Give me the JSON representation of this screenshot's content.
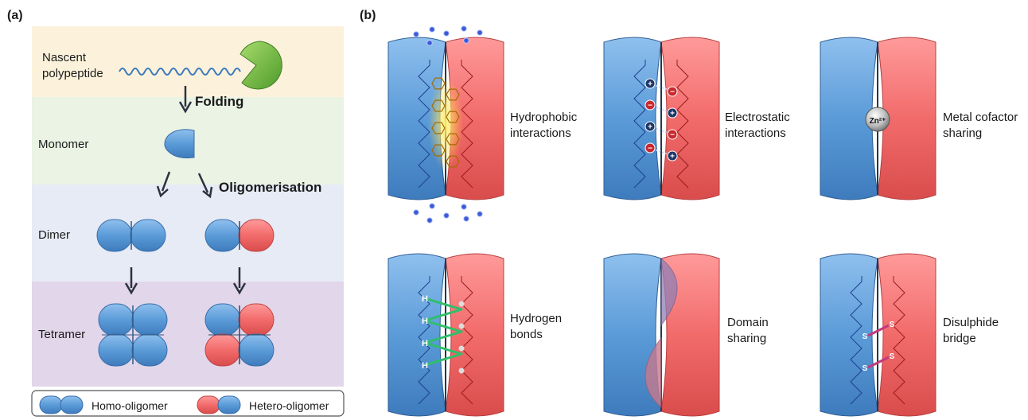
{
  "panel_a": {
    "label": "(a)",
    "nascent": [
      "Nascent",
      "polypeptide"
    ],
    "folding": "Folding",
    "monomer": "Monomer",
    "oligomerisation": "Oligomerisation",
    "dimer": "Dimer",
    "tetramer": "Tetramer",
    "legend": {
      "homo": "Homo-oligomer",
      "hetero": "Hetero-oligomer"
    },
    "band_colors": [
      "#fcf2dc",
      "#eaf3e4",
      "#e6ebf6",
      "#e2d6ea"
    ]
  },
  "panel_b": {
    "label": "(b)",
    "interactions": [
      {
        "line1": "Hydrophobic",
        "line2": "interactions"
      },
      {
        "line1": "Electrostatic",
        "line2": "interactions"
      },
      {
        "line1": "Metal cofactor",
        "line2": "sharing"
      },
      {
        "line1": "Hydrogen",
        "line2": "bonds"
      },
      {
        "line1": "Domain",
        "line2": "sharing"
      },
      {
        "line1": "Disulphide",
        "line2": "bridge"
      }
    ],
    "zn": "Zn²⁺",
    "h": "H",
    "s": "S",
    "plus": "+",
    "minus": "−"
  },
  "colors": {
    "blue": "#5b9bd8",
    "red": "#f26b6b",
    "water": "#3b5bd6"
  }
}
